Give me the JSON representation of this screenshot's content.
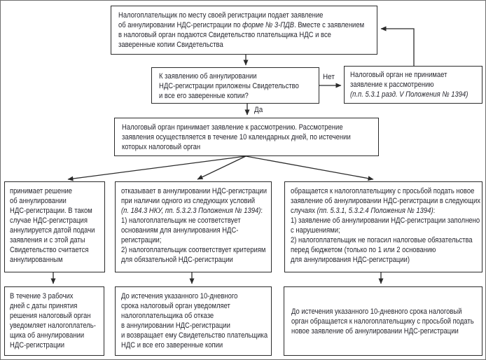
{
  "page": {
    "background": "#ffffff",
    "border_color": "#2b2b2b",
    "text_color": "#26262e"
  },
  "labels": {
    "yes": "Да",
    "no": "Нет"
  },
  "boxes": {
    "taxpayer_submits": {
      "lines": [
        [
          {
            "t": "Налогоплательщик по месту своей регистрации подает заявление"
          }
        ],
        [
          {
            "t": "об аннулировании НДС-регистрации по "
          },
          {
            "t": "форме № 3-ПДВ",
            "i": true
          },
          {
            "t": ". Вместе с заявлением"
          }
        ],
        [
          {
            "t": "в налоговый орган подаются Свидетельство плательщика НДС и все"
          }
        ],
        [
          {
            "t": "заверенные копии Свидетельства"
          }
        ]
      ]
    },
    "question_docs_attached": {
      "lines": [
        [
          {
            "t": "К заявлению об аннулировании"
          }
        ],
        [
          {
            "t": "НДС-регистрации приложены Свидетельство"
          }
        ],
        [
          {
            "t": "и все его заверенные копии?"
          }
        ]
      ]
    },
    "org_rejects_application": {
      "lines": [
        [
          {
            "t": "Налоговый орган не принимает"
          }
        ],
        [
          {
            "t": "заявление к рассмотрению"
          }
        ],
        [
          {
            "t": "(п.п. 5.3.1 разд. V Положения № 1394)",
            "i": true
          }
        ]
      ]
    },
    "org_accepts_application": {
      "lines": [
        [
          {
            "t": "Налоговый орган принимает заявление к рассмотрению. Рассмотрение"
          }
        ],
        [
          {
            "t": "заявления осуществляется в течение 10 календарных дней, по истечении"
          }
        ],
        [
          {
            "t": "которых налоговый орган"
          }
        ]
      ]
    },
    "decision_annul": {
      "lines": [
        [
          {
            "t": "принимает решение"
          }
        ],
        [
          {
            "t": "об аннулировании"
          }
        ],
        [
          {
            "t": "НДС-регистрации. В таком"
          }
        ],
        [
          {
            "t": "случае НДС-регистрация"
          }
        ],
        [
          {
            "t": "аннулируется датой подачи"
          }
        ],
        [
          {
            "t": "заявления и с этой даты"
          }
        ],
        [
          {
            "t": "Свидетельство считается"
          }
        ],
        [
          {
            "t": "аннулированным"
          }
        ]
      ]
    },
    "decision_refuse": {
      "lines": [
        [
          {
            "t": "отказывает в аннулировании НДС-регистрации"
          }
        ],
        [
          {
            "t": "при наличии одного из следующих условий"
          }
        ],
        [
          {
            "t": "(п. 184.3 НКУ, пп. 5.3.2.3 Положения № 1394)",
            "i": true
          },
          {
            "t": ":"
          }
        ],
        [
          {
            "t": "1) налогоплательщик не соответствует"
          }
        ],
        [
          {
            "t": "основаниям для аннулирования НДС-"
          }
        ],
        [
          {
            "t": "регистрации;"
          }
        ],
        [
          {
            "t": "2) налогоплательщик соответствует критериям"
          }
        ],
        [
          {
            "t": "для обязательной НДС-регистрации"
          }
        ]
      ]
    },
    "decision_new_application": {
      "lines": [
        [
          {
            "t": "обращается к налогоплательщику с просьбой подать новое"
          }
        ],
        [
          {
            "t": "заявление об аннулировании НДС-регистрации в следующих"
          }
        ],
        [
          {
            "t": "случаях "
          },
          {
            "t": "(пп. 5.3.1, 5.3.2.4 Положения № 1394)",
            "i": true
          },
          {
            "t": ":"
          }
        ],
        [
          {
            "t": "1) заявление об аннулировании НДС-регистрации заполнено"
          }
        ],
        [
          {
            "t": "с нарушениями;"
          }
        ],
        [
          {
            "t": "2) налогоплательщик не погасил налоговые обязательства"
          }
        ],
        [
          {
            "t": "перед бюджетом (только по 1 или 2 основанию"
          }
        ],
        [
          {
            "t": "для аннулирования НДС-регистрации)"
          }
        ]
      ]
    },
    "notify_annulment": {
      "lines": [
        [
          {
            "t": "В течение 3 рабочих"
          }
        ],
        [
          {
            "t": "дней с даты принятия"
          }
        ],
        [
          {
            "t": "решения налоговый орган"
          }
        ],
        [
          {
            "t": "уведомляет налогоплатель-"
          }
        ],
        [
          {
            "t": "щика об аннулировании"
          }
        ],
        [
          {
            "t": "НДС-регистрации"
          }
        ]
      ]
    },
    "notify_refusal": {
      "lines": [
        [
          {
            "t": "До истечения указанного 10-дневного"
          }
        ],
        [
          {
            "t": "срока налоговый орган уведомляет"
          }
        ],
        [
          {
            "t": "налогоплательщика об отказе"
          }
        ],
        [
          {
            "t": "в аннулировании НДС-регистрации"
          }
        ],
        [
          {
            "t": "и возвращает ему Свидетельство плательщика"
          }
        ],
        [
          {
            "t": "НДС и все его заверенные копии"
          }
        ]
      ]
    },
    "request_new_application": {
      "lines": [
        [
          {
            "t": "До истечения указанного 10-дневного срока налоговый"
          }
        ],
        [
          {
            "t": "орган обращается к налогоплательщику с просьбой подать"
          }
        ],
        [
          {
            "t": "новое заявление об аннулировании НДС-регистрации"
          }
        ]
      ]
    }
  }
}
